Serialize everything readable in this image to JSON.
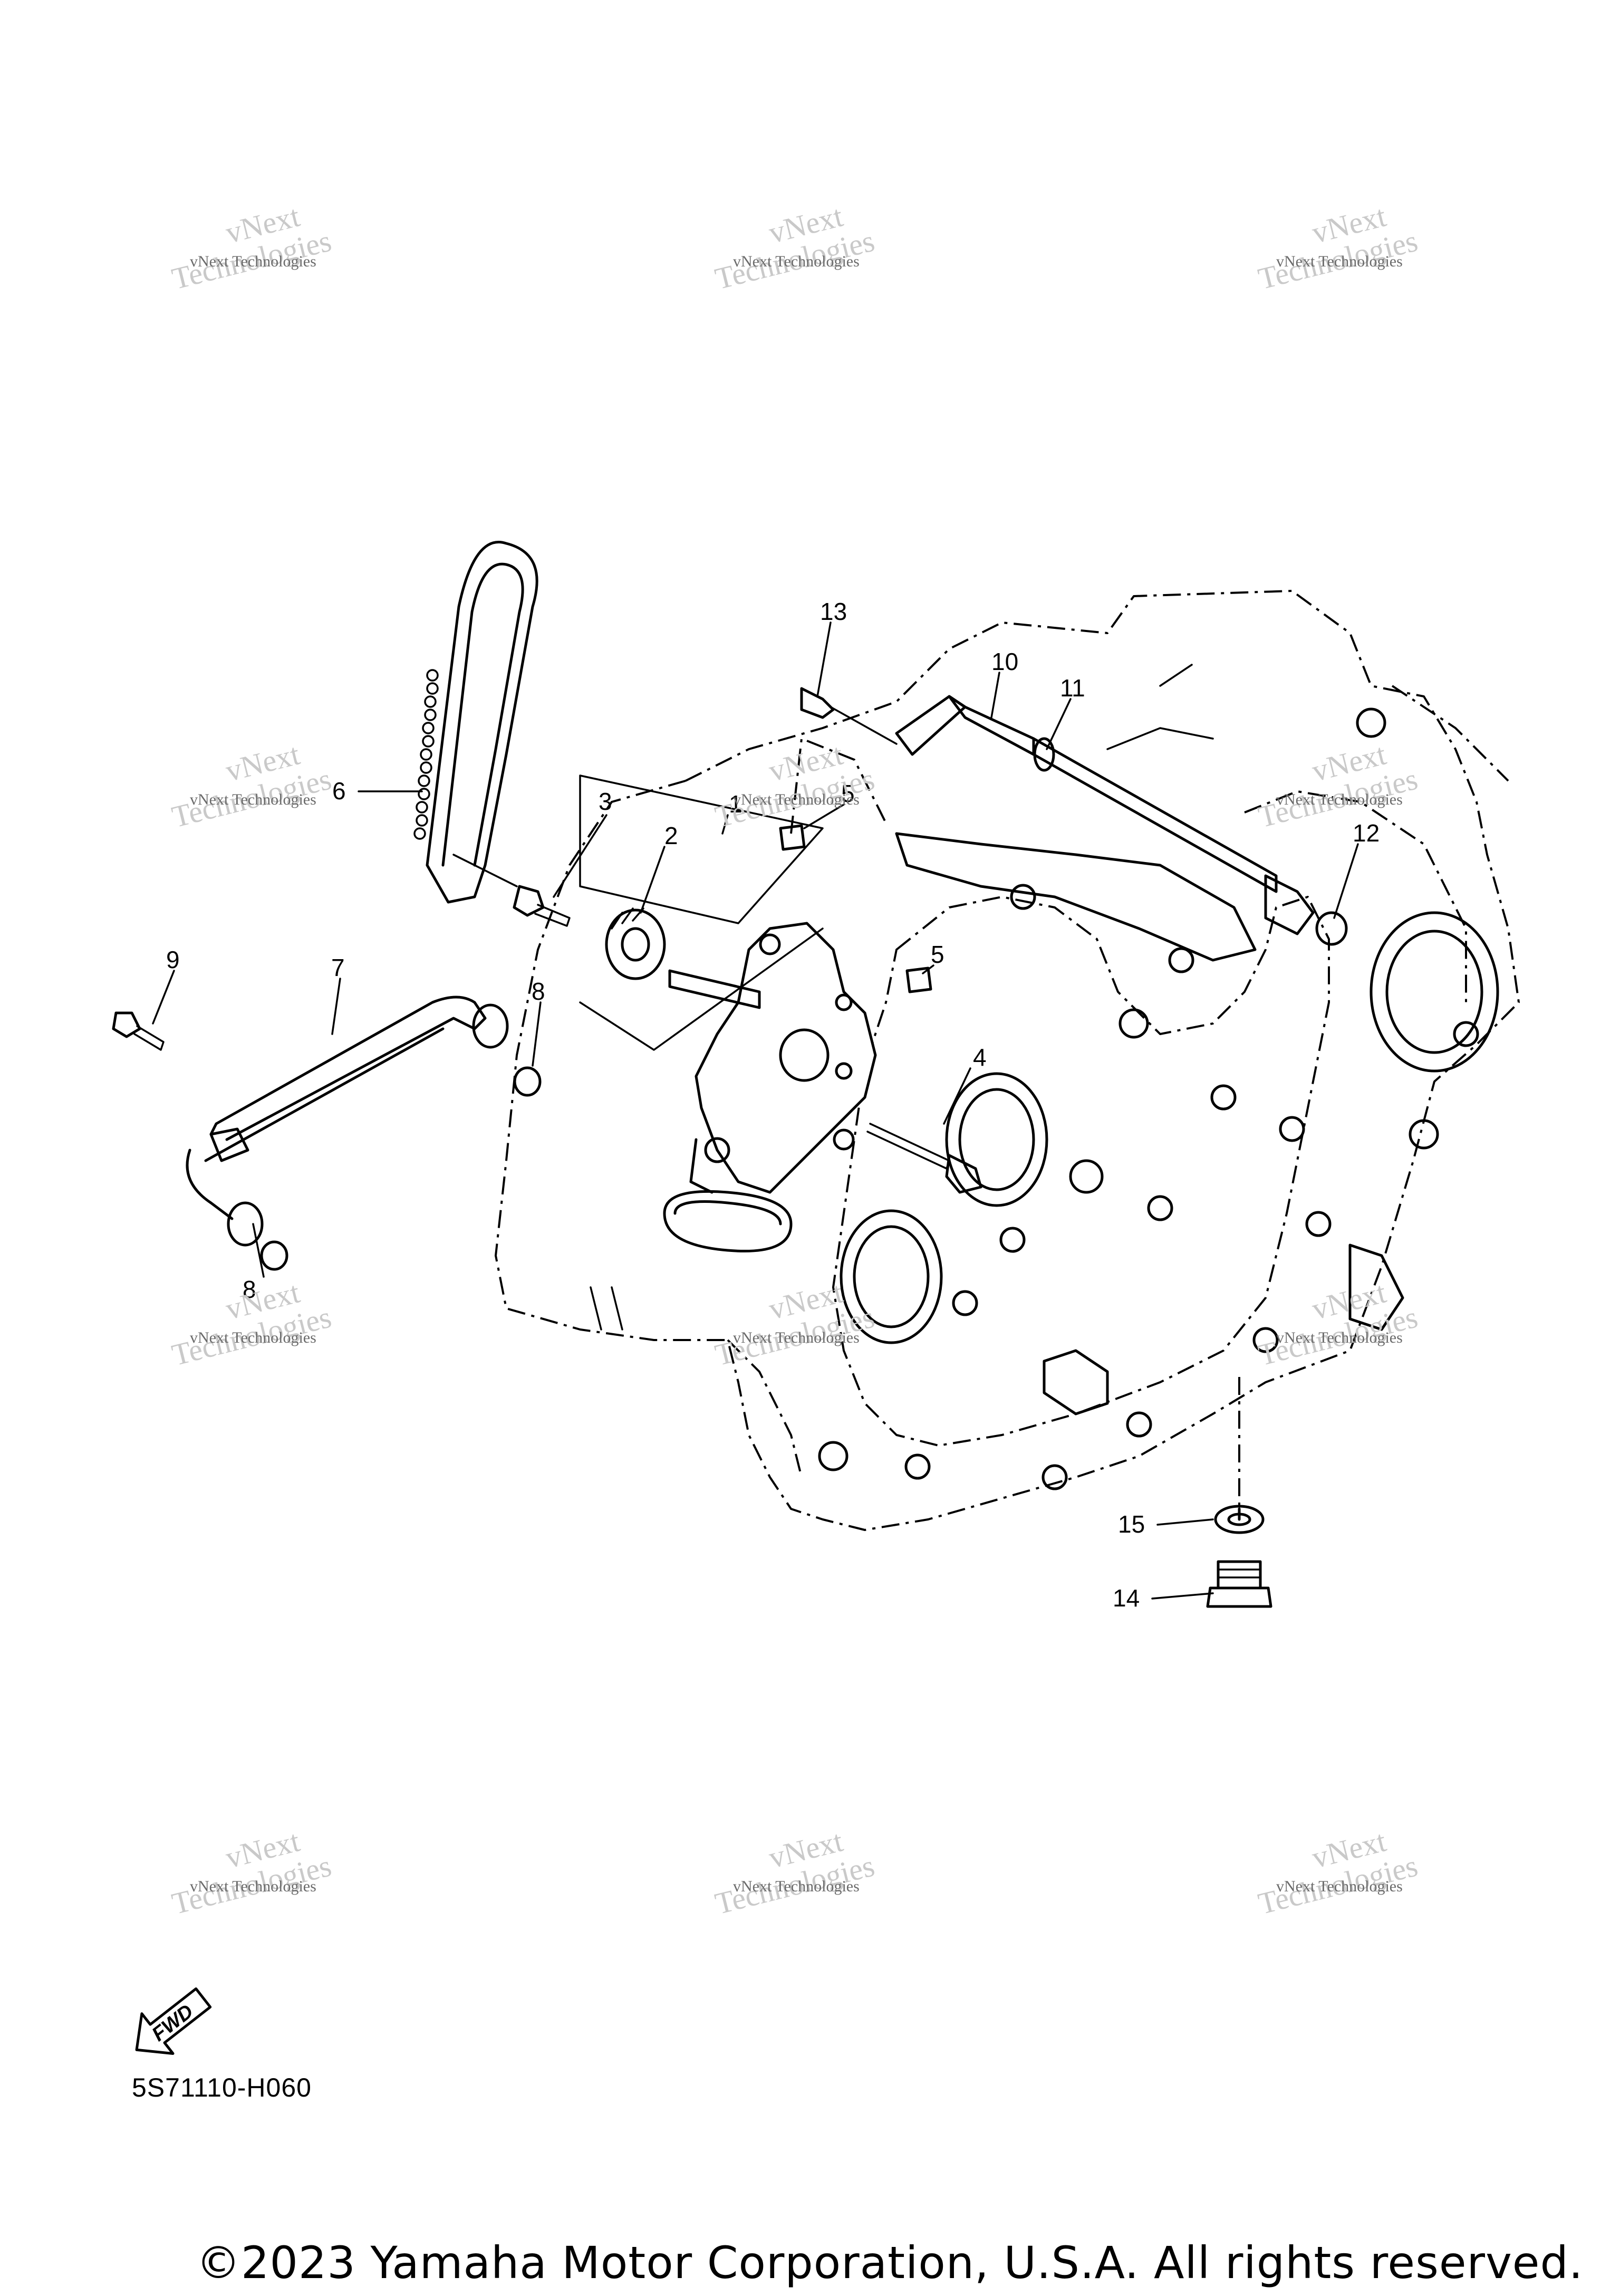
{
  "callouts": [
    {
      "id": "c1",
      "label": "1"
    },
    {
      "id": "c2",
      "label": "2"
    },
    {
      "id": "c3",
      "label": "3"
    },
    {
      "id": "c4",
      "label": "4"
    },
    {
      "id": "c5a",
      "label": "5"
    },
    {
      "id": "c5b",
      "label": "5"
    },
    {
      "id": "c6",
      "label": "6"
    },
    {
      "id": "c7",
      "label": "7"
    },
    {
      "id": "c8a",
      "label": "8"
    },
    {
      "id": "c8b",
      "label": "8"
    },
    {
      "id": "c9",
      "label": "9"
    },
    {
      "id": "c10",
      "label": "10"
    },
    {
      "id": "c11",
      "label": "11"
    },
    {
      "id": "c12",
      "label": "12"
    },
    {
      "id": "c13",
      "label": "13"
    },
    {
      "id": "c14",
      "label": "14"
    },
    {
      "id": "c15",
      "label": "15"
    }
  ],
  "watermark": {
    "line_small": "vNext Technologies",
    "line_big_a": "vNext",
    "line_big_b": "Technologies",
    "color": "#9a9a9a"
  },
  "fwd_arrow": {
    "label": "FWD"
  },
  "drawing_code": "5S71110-H060",
  "copyright": "©2023 Yamaha Motor Corporation, U.S.A. All rights reserved."
}
